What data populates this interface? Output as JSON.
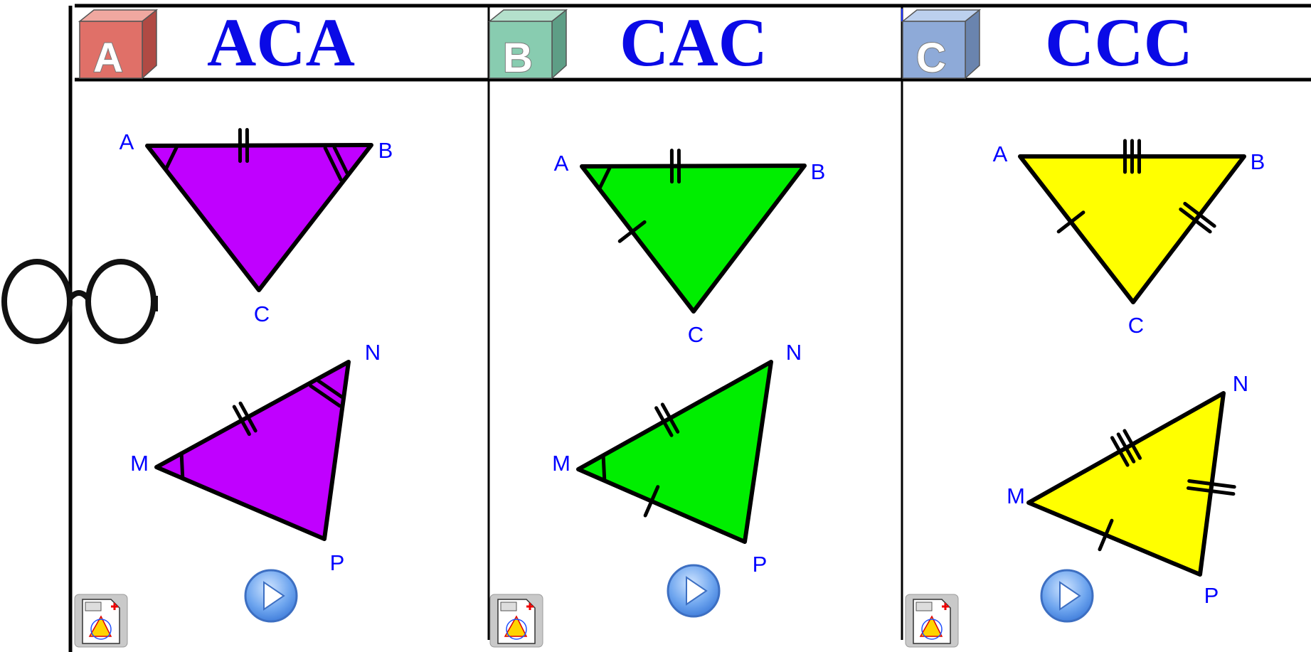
{
  "panels": [
    {
      "letter": "A",
      "title": "ACA",
      "vertices": {
        "A": "A",
        "B": "B",
        "C": "C",
        "M": "M",
        "N": "N",
        "P": "P"
      },
      "colors": {
        "fill": "#c000ff",
        "cube_front": "#e07068",
        "cube_top": "#f0a8a0",
        "cube_side": "#b04a44"
      }
    },
    {
      "letter": "B",
      "title": "CAC",
      "vertices": {
        "A": "A",
        "B": "B",
        "C": "C",
        "M": "M",
        "N": "N",
        "P": "P"
      },
      "colors": {
        "fill": "#00ee00",
        "cube_front": "#88ccb0",
        "cube_top": "#b4e0cc",
        "cube_side": "#5e9e86"
      }
    },
    {
      "letter": "C",
      "title": "CCC",
      "vertices": {
        "A": "A",
        "B": "B",
        "C": "C",
        "M": "M",
        "N": "N",
        "P": "P"
      },
      "colors": {
        "fill": "#ffff00",
        "cube_front": "#8eaad8",
        "cube_top": "#bcd0ee",
        "cube_side": "#6a84ae"
      }
    }
  ],
  "colors": {
    "label": "#0000ff",
    "title": "#0a0ae6",
    "border": "#000000"
  }
}
